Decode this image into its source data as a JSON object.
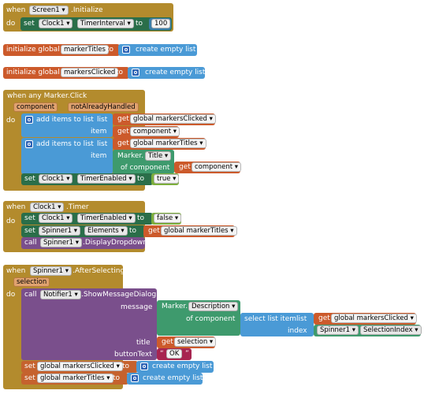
{
  "kw": {
    "when": "when",
    "do": "do",
    "set": "set",
    "to": "to",
    "get": "get",
    "call": "call",
    "item": "item",
    "list": "list",
    "index": "index",
    "init_global": "initialize global",
    "create_empty_list": "create empty list",
    "add_items_to_list": "add items to list",
    "of_component": "of component",
    "select_list_item": "select list item",
    "when_any_marker_click": "when any Marker.Click",
    "marker": "Marker.",
    "clock1": "Clock1",
    "spinner1": "Spinner1",
    "notifier1": "Notifier1",
    "timer_interval": "TimerInterval",
    "timer_enabled": "TimerEnabled",
    "elements": "Elements",
    "title_prop": "Title",
    "description_prop": "Description",
    "selection_index": "SelectionIndex",
    "global_markers_clicked": "global markersClicked",
    "global_marker_titles": "global markerTitles",
    "component": "component",
    "selection": "selection"
  },
  "b1": {
    "screen": "Screen1",
    "event": ".Initialize",
    "value": "100"
  },
  "b2": {
    "var": "markerTitles"
  },
  "b3": {
    "var": "markersClicked"
  },
  "b4": {
    "param1": "component",
    "param2": "notAlreadyHandled",
    "bool": "true"
  },
  "b5": {
    "event": ".Timer",
    "bool": "false",
    "method": ".DisplayDropdown"
  },
  "b6": {
    "event": ".AfterSelecting",
    "param": "selection",
    "method": ".ShowMessageDialog",
    "message": "message",
    "title": "title",
    "button_text": "buttonText",
    "ok": "OK"
  }
}
